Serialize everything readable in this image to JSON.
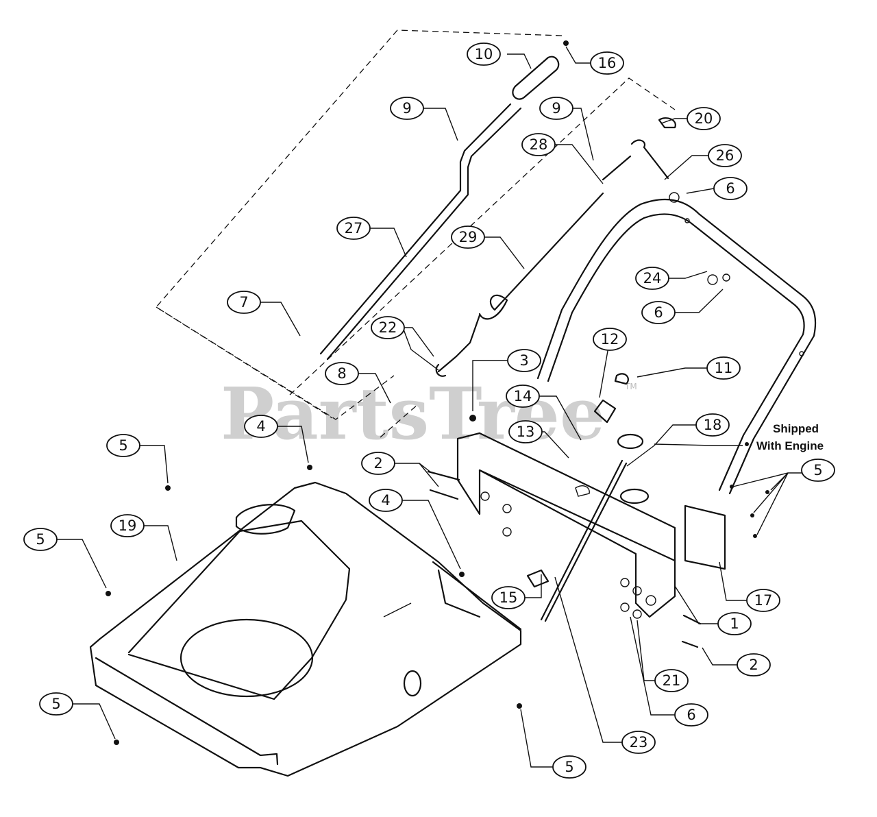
{
  "watermark": {
    "text": "PartsTree",
    "trademark": "TM"
  },
  "note": {
    "line1": "Shipped",
    "line2": "With Engine"
  },
  "callouts": [
    {
      "id": "c10",
      "label": "10"
    },
    {
      "id": "c16",
      "label": "16"
    },
    {
      "id": "c9a",
      "label": "9"
    },
    {
      "id": "c9b",
      "label": "9"
    },
    {
      "id": "c20",
      "label": "20"
    },
    {
      "id": "c28",
      "label": "28"
    },
    {
      "id": "c26",
      "label": "26"
    },
    {
      "id": "c6a",
      "label": "6"
    },
    {
      "id": "c27",
      "label": "27"
    },
    {
      "id": "c29",
      "label": "29"
    },
    {
      "id": "c24",
      "label": "24"
    },
    {
      "id": "c6b",
      "label": "6"
    },
    {
      "id": "c7",
      "label": "7"
    },
    {
      "id": "c22",
      "label": "22"
    },
    {
      "id": "c3",
      "label": "3"
    },
    {
      "id": "c12",
      "label": "12"
    },
    {
      "id": "c11",
      "label": "11"
    },
    {
      "id": "c8",
      "label": "8"
    },
    {
      "id": "c14",
      "label": "14"
    },
    {
      "id": "c13",
      "label": "13"
    },
    {
      "id": "c18",
      "label": "18"
    },
    {
      "id": "c4a",
      "label": "4"
    },
    {
      "id": "c5a",
      "label": "5"
    },
    {
      "id": "c2a",
      "label": "2"
    },
    {
      "id": "c5b",
      "label": "5"
    },
    {
      "id": "c19",
      "label": "19"
    },
    {
      "id": "c4b",
      "label": "4"
    },
    {
      "id": "c5c",
      "label": "5"
    },
    {
      "id": "c15",
      "label": "15"
    },
    {
      "id": "c17",
      "label": "17"
    },
    {
      "id": "c1",
      "label": "1"
    },
    {
      "id": "c2b",
      "label": "2"
    },
    {
      "id": "c21",
      "label": "21"
    },
    {
      "id": "c6c",
      "label": "6"
    },
    {
      "id": "c5d",
      "label": "5"
    },
    {
      "id": "c23",
      "label": "23"
    },
    {
      "id": "c5e",
      "label": "5"
    }
  ]
}
